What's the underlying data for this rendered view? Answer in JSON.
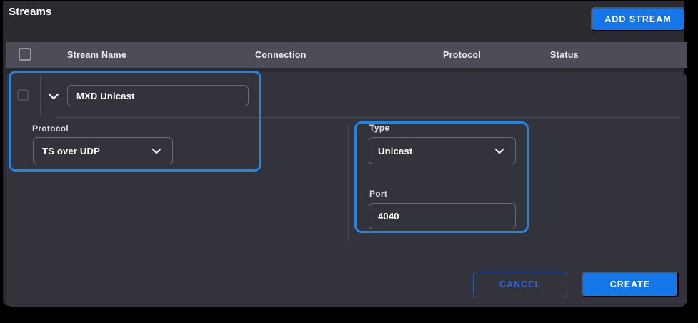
{
  "page": {
    "title": "Streams"
  },
  "toolbar": {
    "add_stream_label": "ADD STREAM"
  },
  "table": {
    "headers": [
      "Stream Name",
      "Connection",
      "Protocol",
      "Status"
    ],
    "header_select_all_checked": false
  },
  "stream_row": {
    "name_value": "MXD Unicast",
    "checkbox_checked": false,
    "expanded": true
  },
  "form": {
    "protocol": {
      "label": "Protocol",
      "value": "TS over UDP"
    },
    "type": {
      "label": "Type",
      "value": "Unicast"
    },
    "port": {
      "label": "Port",
      "value": "4040"
    }
  },
  "footer": {
    "cancel_label": "CANCEL",
    "create_label": "CREATE"
  },
  "icons": {
    "row_expand": "chevron-down",
    "select_caret": "chevron-down"
  },
  "colors": {
    "accent_blue": "#1476e8",
    "annotation_blue": "#1d86ea",
    "cancel_text_blue": "#2e66e2",
    "panel_bg": "#2a2a31",
    "card_bg": "#33333b",
    "header_band_bg": "#4d4d57"
  }
}
